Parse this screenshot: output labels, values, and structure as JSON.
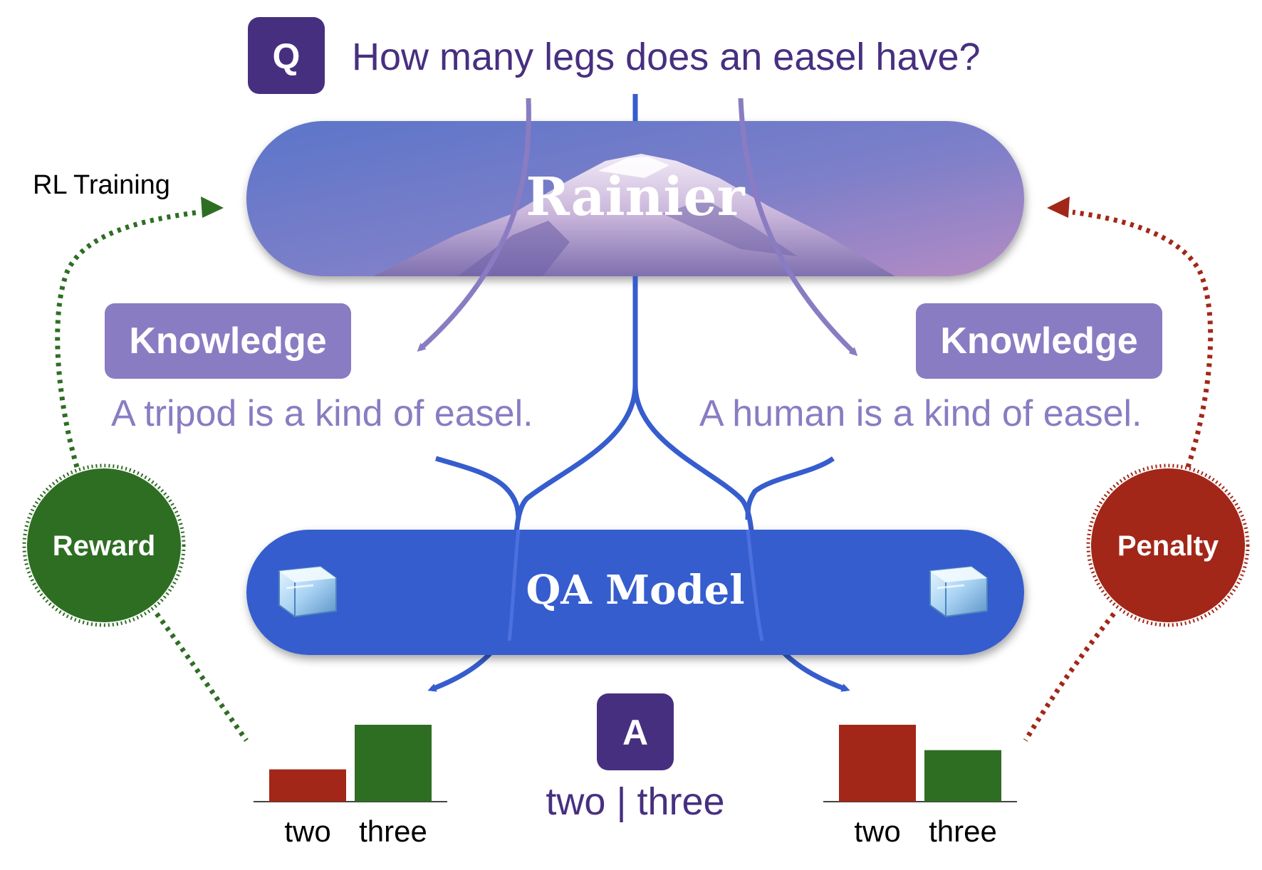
{
  "question": {
    "badge": "Q",
    "text": "How many legs does an easel have?"
  },
  "rainier": {
    "label": "Rainier"
  },
  "rl_training": {
    "label": "RL Training"
  },
  "knowledge_left": {
    "badge": "Knowledge",
    "statement": "A tripod is a kind of easel."
  },
  "knowledge_right": {
    "badge": "Knowledge",
    "statement": "A human is a kind of easel."
  },
  "qa_model": {
    "label": "QA Model",
    "frozen_icon": "ice-cube-icon"
  },
  "reward": {
    "label": "Reward"
  },
  "penalty": {
    "label": "Penalty"
  },
  "answer": {
    "badge": "A",
    "options": "two | three"
  },
  "colors": {
    "purple_dark": "#472f80",
    "purple_light": "#8a7cc2",
    "blue": "#365dce",
    "green": "#2e6e23",
    "red": "#a22718"
  },
  "chart_data": [
    {
      "type": "bar",
      "categories": [
        "two",
        "three"
      ],
      "values": [
        0.42,
        1.0
      ],
      "colors": [
        "#a22718",
        "#2e6e23"
      ],
      "ylim": [
        0,
        1
      ]
    },
    {
      "type": "bar",
      "categories": [
        "two",
        "three"
      ],
      "values": [
        1.0,
        0.67
      ],
      "colors": [
        "#a22718",
        "#2e6e23"
      ],
      "ylim": [
        0,
        1
      ]
    }
  ]
}
